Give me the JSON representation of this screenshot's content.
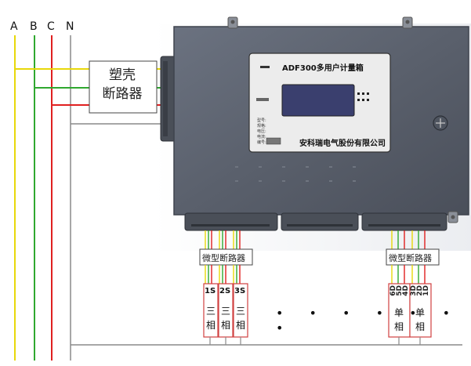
{
  "phase_lines": {
    "a": "A",
    "b": "B",
    "c": "C",
    "n": "N"
  },
  "mccb": {
    "line1": "塑壳",
    "line2": "断路器"
  },
  "meter_panel": {
    "title": "ADF300多用户计量箱",
    "company": "安科瑞电气股份有限公司",
    "small_labels": [
      "型号:",
      "规格:",
      "电压:",
      "电流:",
      "编号:"
    ]
  },
  "mcb_left": {
    "label": "微型断路器",
    "modules": [
      {
        "code": "1S",
        "type": "三相"
      },
      {
        "code": "2S",
        "type": "三相"
      },
      {
        "code": "3S",
        "type": "三相"
      }
    ]
  },
  "mcb_right": {
    "label": "微型断路器",
    "codes": [
      "6D",
      "5D",
      "4D",
      "3D",
      "2D",
      "1D"
    ],
    "modules": [
      {
        "type": "单相"
      },
      {
        "type": "单相"
      }
    ]
  },
  "ellipsis": "• • • • • • •",
  "colors": {
    "phase_a": "#e8d80a",
    "phase_b": "#2fa82f",
    "phase_c": "#e02020",
    "neutral": "#8a8a8a",
    "panel_body": "#5c6270",
    "panel_edge": "#3e434d"
  }
}
